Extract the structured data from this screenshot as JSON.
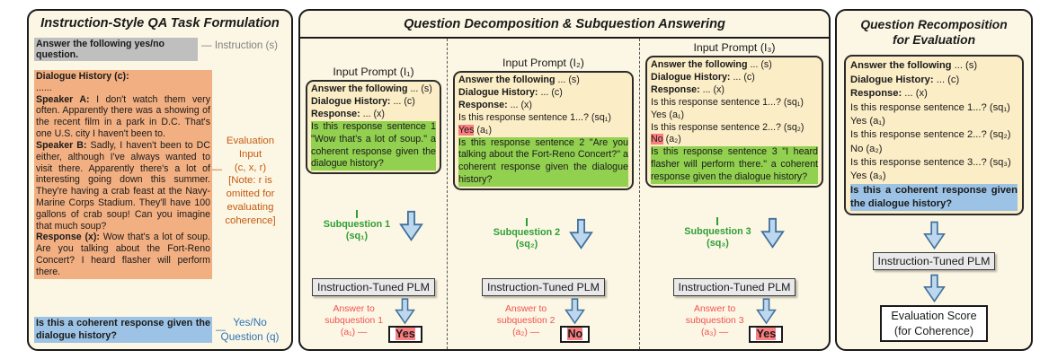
{
  "left": {
    "title": "Instruction-Style QA Task Formulation",
    "instruction_text": "Answer the following yes/no question.",
    "instruction_annotation": "— Instruction (s)",
    "dialogue": [
      {
        "b": "Dialogue History (c):",
        "t": ""
      },
      {
        "b": "",
        "t": "......"
      },
      {
        "b": "Speaker A:",
        "t": " I don't watch them very often. Apparently there was a showing of the recent film in a park in D.C. That's one U.S. city I haven't been to."
      },
      {
        "b": "Speaker B:",
        "t": " Sadly, I haven't been to DC either, although I've always wanted to visit there. Apparently there's a lot of interesting going down this summer. They're having a crab feast at the Navy-Marine Corps Stadium. They'll have 100 gallons of crab soup! Can you imagine that much soup?"
      },
      {
        "b": "Response (x):",
        "t": " Wow that's a lot of soup. Are you talking about the Fort-Reno Concert? I heard flasher will perform there."
      }
    ],
    "eval_annotation": {
      "dash": "—",
      "line1": "Evaluation Input",
      "line2": "(c, x, r)",
      "line3": "[Note: r is omitted for evaluating coherence]"
    },
    "question_text": "Is this a coherent response given the dialogue history?",
    "question_annotation": {
      "dash": "—",
      "line1": "Yes/No",
      "line2": "Question (q)"
    }
  },
  "middle": {
    "title": "Question Decomposition & Subquestion Answering",
    "columns": [
      {
        "header": "Input Prompt (I₁)",
        "s_b": "Answer the following",
        "s_t": " ... (s)",
        "c_b": "Dialogue History:",
        "c_t": " ... (c)",
        "x_b": "Response:",
        "x_t": " ... (x)",
        "green_question": "Is this response sentence 1 \"Wow that's a lot of soup.\" a coherent response given the dialogue history?",
        "subq_label": "Subquestion 1",
        "subq_var": "(sq₁)",
        "plm_label": "Instruction-Tuned PLM",
        "ans_label1": "Answer to",
        "ans_label2": "subquestion 1",
        "ans_label3": "(a₁) —",
        "answer": "Yes"
      },
      {
        "header": "Input Prompt (I₂)",
        "s_b": "Answer the following",
        "s_t": " ... (s)",
        "c_b": "Dialogue History:",
        "c_t": " ... (c)",
        "x_b": "Response:",
        "x_t": " ... (x)",
        "hist_q1": "Is this response sentence 1...? (sq₁)",
        "hist_a1_hl": "Yes",
        "hist_a1_rest": " (a₁)",
        "green_question": "Is this response sentence 2 \"Are you talking about the Fort-Reno Concert?\" a coherent response given the dialogue history?",
        "subq_label": "Subquestion 2",
        "subq_var": "(sq₂)",
        "plm_label": "Instruction-Tuned PLM",
        "ans_label1": "Answer to",
        "ans_label2": "subquestion 2",
        "ans_label3": "(a₂) —",
        "answer": "No"
      },
      {
        "header": "Input Prompt (I₃)",
        "s_b": "Answer the following",
        "s_t": " ... (s)",
        "c_b": "Dialogue History:",
        "c_t": " ... (c)",
        "x_b": "Response:",
        "x_t": " ... (x)",
        "hist_q1": "Is this response sentence 1...? (sq₁)",
        "hist_a1": "Yes (a₁)",
        "hist_q2": "Is this response sentence 2...? (sq₂)",
        "hist_a2_hl": "No",
        "hist_a2_rest": " (a₂)",
        "green_question": "Is this response sentence 3 \"I heard flasher will perform there.\" a coherent response given the dialogue history?",
        "subq_label": "Subquestion 3",
        "subq_var": "(sq₃)",
        "plm_label": "Instruction-Tuned PLM",
        "ans_label1": "Answer to",
        "ans_label2": "subquestion 3",
        "ans_label3": "(a₃) —",
        "answer": "Yes"
      }
    ]
  },
  "right": {
    "title1": "Question Recomposition",
    "title2": "for Evaluation",
    "lines": [
      {
        "b": "Answer the following",
        "t": " ... (s)"
      },
      {
        "b": "Dialogue History:",
        "t": " ... (c)"
      },
      {
        "b": "Response:",
        "t": " ... (x)"
      },
      {
        "t": "Is this response sentence 1...? (sq₁)"
      },
      {
        "t": "Yes (a₁)"
      },
      {
        "t": "Is this response sentence 2...? (sq₂)"
      },
      {
        "t": "No (a₂)"
      },
      {
        "t": "Is this response sentence 3...? (sq₃)"
      },
      {
        "t": "Yes (a₃)"
      }
    ],
    "blue_question": "Is this a coherent response given the dialogue history?",
    "plm_label": "Instruction-Tuned PLM",
    "score1": "Evaluation Score",
    "score2": "(for Coherence)"
  },
  "colors": {
    "panel_bg": "#FCF7E4",
    "box_bg": "#FBEDC6",
    "gray_hl": "#BFBFBF",
    "orange_hl": "#F2AF81",
    "blue_hl": "#9CC3E5",
    "green_hl": "#92D050",
    "pink_hl": "#FA7D80",
    "green_text": "#2E9E36",
    "red_text": "#F25051",
    "rust_text": "#C55A11",
    "blue_text": "#2E74B5",
    "arrow_fill": "#BDD7EE"
  }
}
